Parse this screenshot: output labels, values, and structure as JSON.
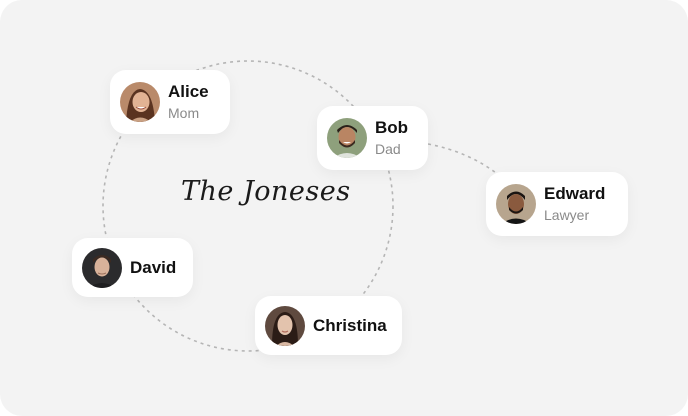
{
  "group": {
    "title": "The Joneses"
  },
  "people": [
    {
      "name": "Alice",
      "role": "Mom",
      "avatar_icon": "alice-avatar"
    },
    {
      "name": "Bob",
      "role": "Dad",
      "avatar_icon": "bob-avatar"
    },
    {
      "name": "Edward",
      "role": "Lawyer",
      "avatar_icon": "edward-avatar"
    },
    {
      "name": "David",
      "avatar_icon": "david-avatar"
    },
    {
      "name": "Christina",
      "avatar_icon": "christina-avatar"
    }
  ],
  "colors": {
    "background": "#f3f3f3",
    "card": "#ffffff",
    "connector": "#b5b5b5"
  }
}
